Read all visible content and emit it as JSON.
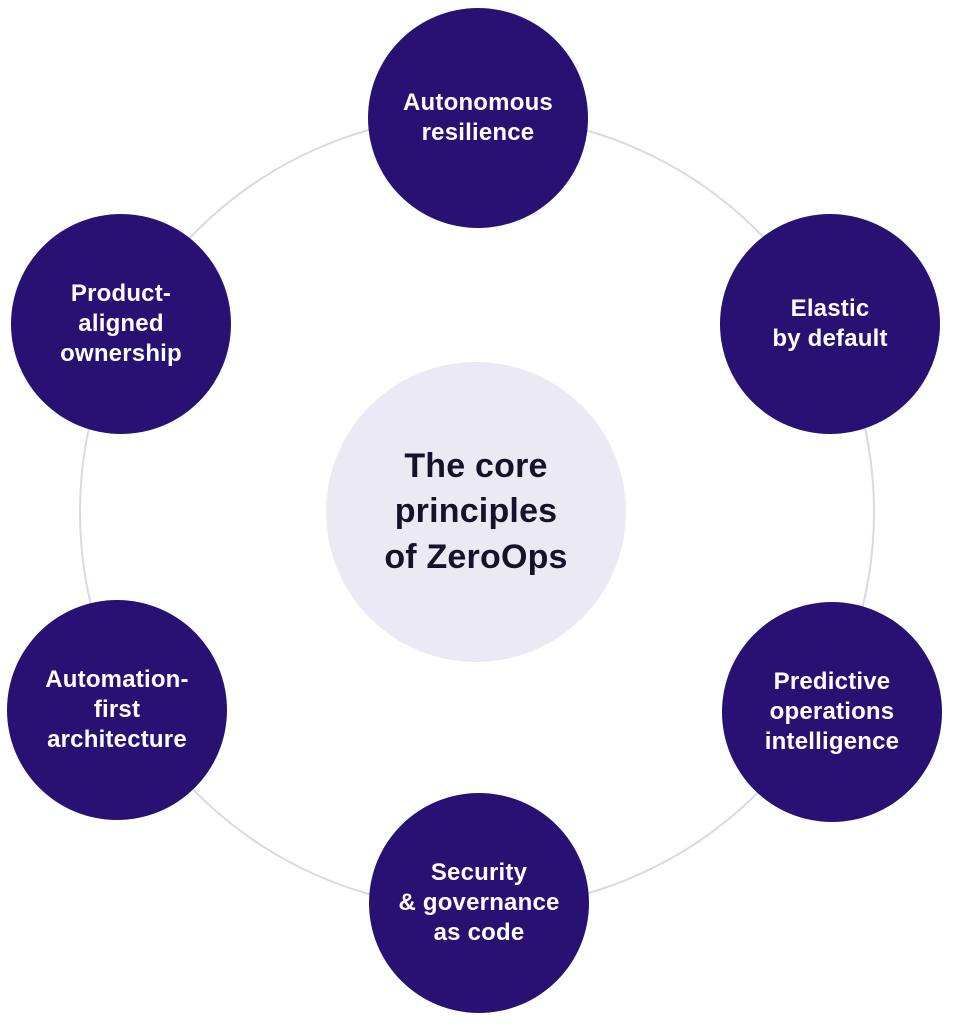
{
  "diagram": {
    "title": "The core\nprinciples\nof ZeroOps",
    "principles": [
      {
        "id": "autonomous-resilience",
        "label": "Autonomous\nresilience",
        "position": "top"
      },
      {
        "id": "elastic-by-default",
        "label": "Elastic\nby default",
        "position": "upper-right"
      },
      {
        "id": "predictive-operations-intelligence",
        "label": "Predictive\noperations\nintelligence",
        "position": "lower-right"
      },
      {
        "id": "security-governance-as-code",
        "label": "Security\n& governance\nas code",
        "position": "bottom"
      },
      {
        "id": "automation-first-architecture",
        "label": "Automation-\nfirst\narchitecture",
        "position": "lower-left"
      },
      {
        "id": "product-aligned-ownership",
        "label": "Product-\naligned\nownership",
        "position": "upper-left"
      }
    ],
    "colors": {
      "node_fill": "#281173",
      "node_text": "#ffffff",
      "center_fill": "#ebeaf4",
      "center_text": "#151329",
      "ring_stroke": "#d9d8e6",
      "background": "#ffffff"
    }
  }
}
